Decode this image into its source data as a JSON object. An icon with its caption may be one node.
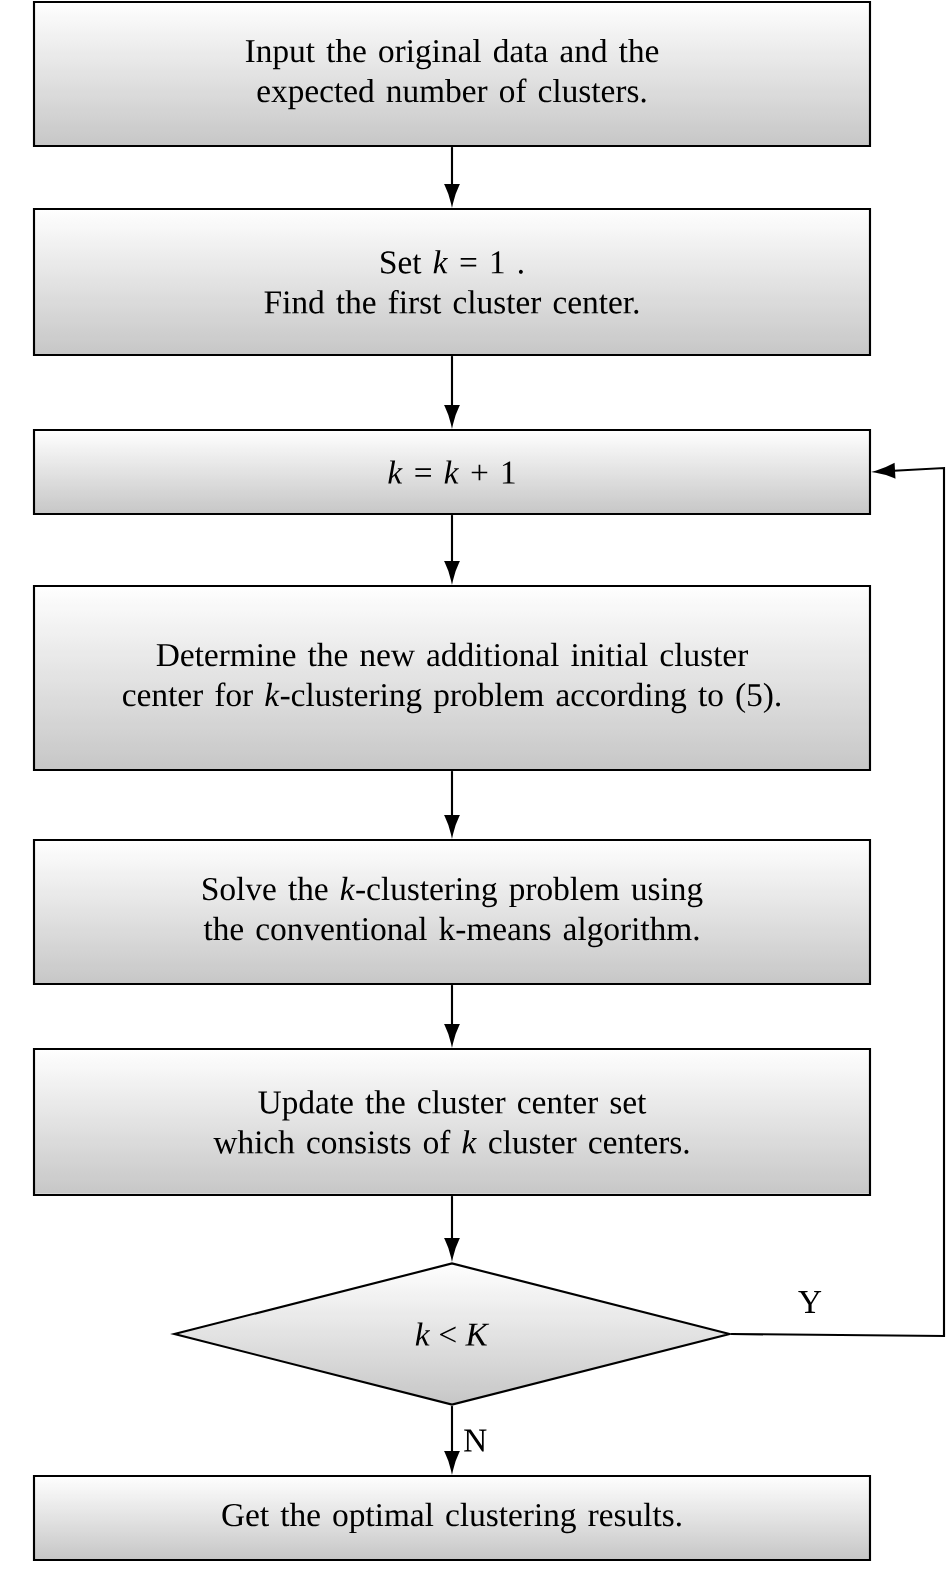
{
  "diagram": {
    "nodes": [
      {
        "text": [
          "Input the original data and the expected number of clusters."
        ]
      },
      {
        "text": [
          "Set *k* = 1 .",
          "Find the first cluster center."
        ]
      },
      {
        "text": [
          "*k* = *k* + 1"
        ]
      },
      {
        "text": [
          "Determine the new additional initial cluster center for *k*-clustering problem according to (5)."
        ]
      },
      {
        "text": [
          "Solve the *k*-clustering problem using the conventional k-means algorithm."
        ]
      },
      {
        "text": [
          "Update the cluster center set which consists of *k* cluster centers."
        ]
      },
      {
        "text": [
          "*k* < *K*"
        ]
      },
      {
        "text": [
          "Get the optimal clustering results."
        ]
      }
    ],
    "edges": [
      {
        "from": 0,
        "to": 1,
        "arrow": "to"
      },
      {
        "from": 1,
        "to": 2,
        "arrow": "to"
      },
      {
        "from": 2,
        "to": 3,
        "arrow": "to"
      },
      {
        "from": 3,
        "to": 4,
        "arrow": "to"
      },
      {
        "from": 4,
        "to": 5,
        "arrow": "to"
      },
      {
        "from": 5,
        "to": 6,
        "arrow": "to"
      },
      {
        "from": 6,
        "to": 7,
        "arrow": "to",
        "label": "N"
      },
      {
        "from": 6,
        "to": 2,
        "arrow": "to",
        "label": "Y"
      }
    ]
  }
}
